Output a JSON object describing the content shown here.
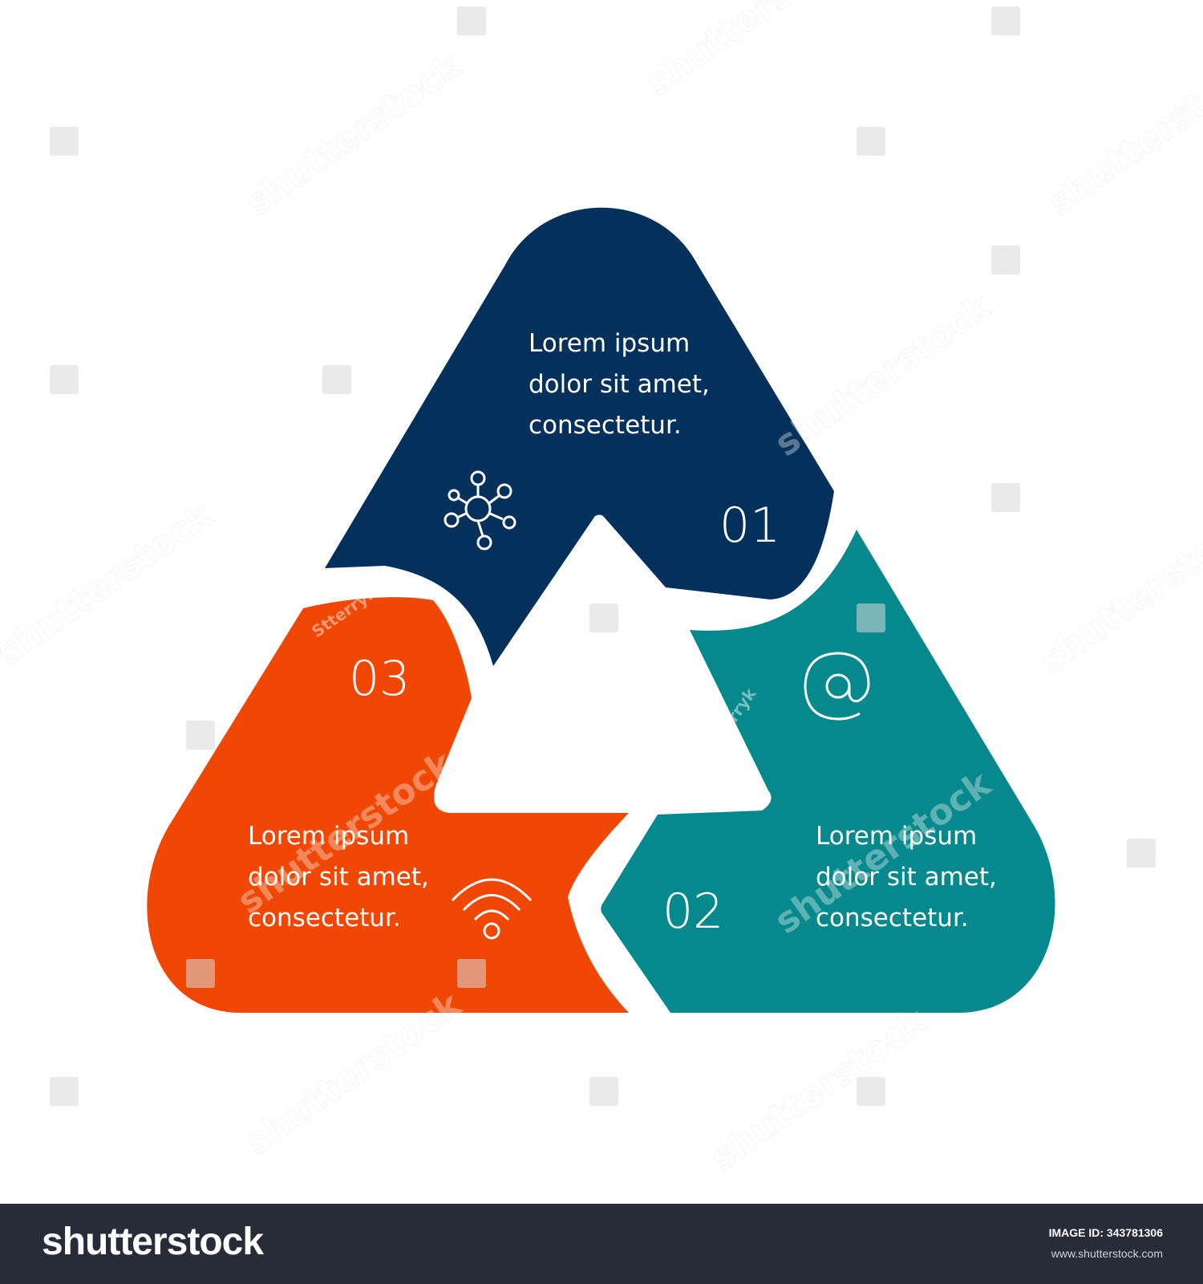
{
  "colors": {
    "segment_01": "#03315b",
    "segment_02": "#06898c",
    "segment_03": "#f14704",
    "background": "#ffffff",
    "footer": "#262c38"
  },
  "segments": [
    {
      "number": "01",
      "lines": [
        "Lorem ipsum",
        "dolor sit amet,",
        "consectetur."
      ],
      "icon": "network-icon"
    },
    {
      "number": "02",
      "lines": [
        "Lorem ipsum",
        "dolor sit amet,",
        "consectetur."
      ],
      "icon": "at-sign-icon"
    },
    {
      "number": "03",
      "lines": [
        "Lorem ipsum",
        "dolor sit amet,",
        "consectetur."
      ],
      "icon": "wifi-icon"
    }
  ],
  "watermark": {
    "text": "shutterstock",
    "author": "Stterryk"
  },
  "footer": {
    "logo": "shutterstock",
    "image_id": "IMAGE ID: 343781306",
    "url": "www.shutterstock.com"
  }
}
